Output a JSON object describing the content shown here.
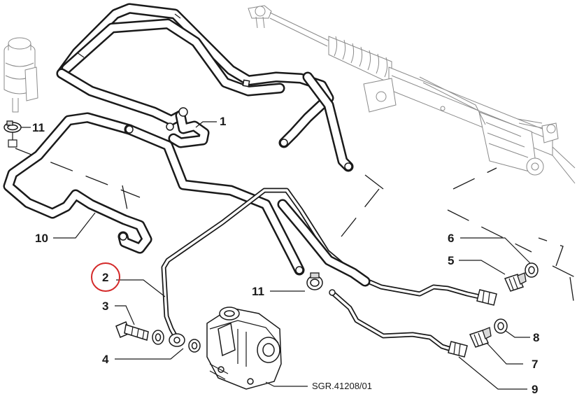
{
  "diagram": {
    "code": "SGR.41208/01",
    "callouts": {
      "c1": "1",
      "c2": "2",
      "c3": "3",
      "c4": "4",
      "c5": "5",
      "c6": "6",
      "c7": "7",
      "c8": "8",
      "c9": "9",
      "c10": "10",
      "c11a": "11",
      "c11b": "11"
    },
    "highlighted_callout": "2",
    "highlight_color": "#d42a2a",
    "line_color": "#1a1a1a"
  }
}
